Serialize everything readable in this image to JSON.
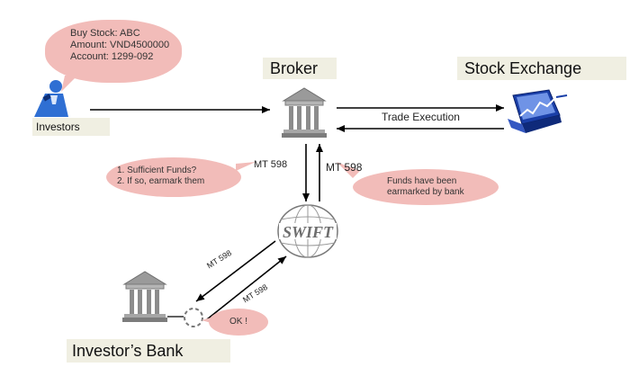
{
  "order_bubble": {
    "line1": "Buy Stock: ABC",
    "line2": "Amount: VND4500000",
    "line3": "Account: 1299-092"
  },
  "labels": {
    "broker": "Broker",
    "exchange": "Stock Exchange",
    "investors": "Investors",
    "investor_bank": "Investor’s Bank"
  },
  "trade_execution": "Trade Execution",
  "check_bubble": {
    "line1": "1. Sufficient Funds?",
    "line2": "2. If so, earmark them"
  },
  "funds_bubble": {
    "line1": "Funds have been",
    "line2": "earmarked by bank"
  },
  "ok_bubble": "OK !",
  "messages": {
    "broker_to_swift": "MT 598",
    "swift_to_broker": "MT 598",
    "swift_to_bank": "MT 598",
    "bank_to_swift": "MT 598"
  },
  "swift_logo_text": "SWIFT",
  "icons": {
    "investor": "person-phone-icon",
    "broker": "bank-building-icon",
    "exchange": "stock-chart-monitor-icon",
    "swift": "swift-globe-icon",
    "investor_bank": "bank-building-icon",
    "connector": "dashed-circle-icon"
  },
  "colors": {
    "bubble": "#f2bcb9",
    "label_box": "#f0efe2",
    "arrow": "#000000",
    "bank_gray": "#8f8f8f",
    "exchange_blue": "#1a3fa8",
    "investor_blue": "#2f6fd3"
  }
}
